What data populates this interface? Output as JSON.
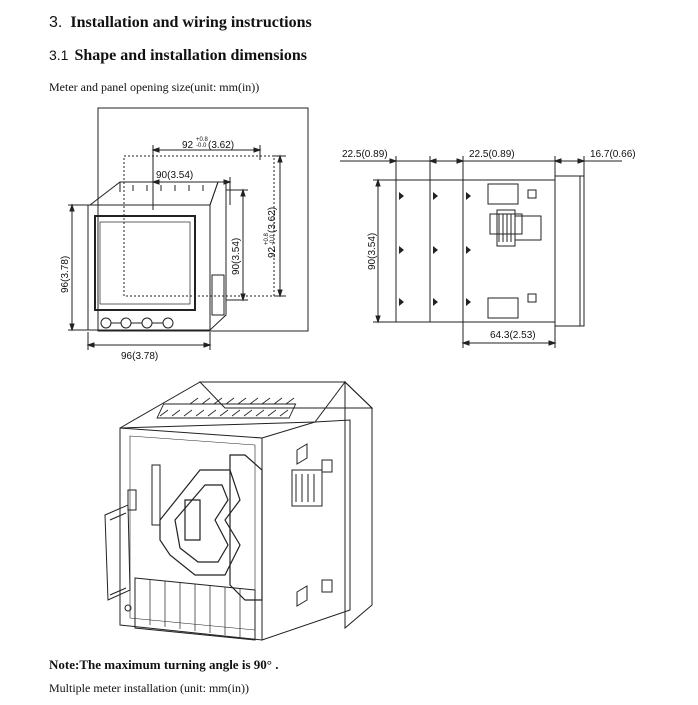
{
  "heading": {
    "number": "3.",
    "text": "Installation and wiring instructions"
  },
  "subheading": {
    "number": "3.1",
    "text": "Shape and installation dimensions"
  },
  "caption": "Meter and panel opening size(unit: mm(in))",
  "front_view": {
    "panel_cut_width": "92",
    "panel_cut_width_tol": "+0.8",
    "panel_cut_width_tol2": "-0.0",
    "panel_cut_width_in": "(3.62)",
    "body_width": "90(3.54)",
    "height": "96(3.78)",
    "width": "96(3.78)",
    "body_height": "90(3.54)",
    "panel_cut_height": "92",
    "panel_cut_height_tol": "+0.8",
    "panel_cut_height_tol2": "-0.0",
    "panel_cut_height_in": "(3.62)"
  },
  "side_view": {
    "spacing_left": "22.5(0.89)",
    "spacing_right": "22.5(0.89)",
    "depth_front": "16.7(0.66)",
    "height": "90(3.54)",
    "depth": "64.3(2.53)"
  },
  "note": "Note:The maximum turning angle is 90°  .",
  "note2": "Multiple meter installation (unit: mm(in))"
}
